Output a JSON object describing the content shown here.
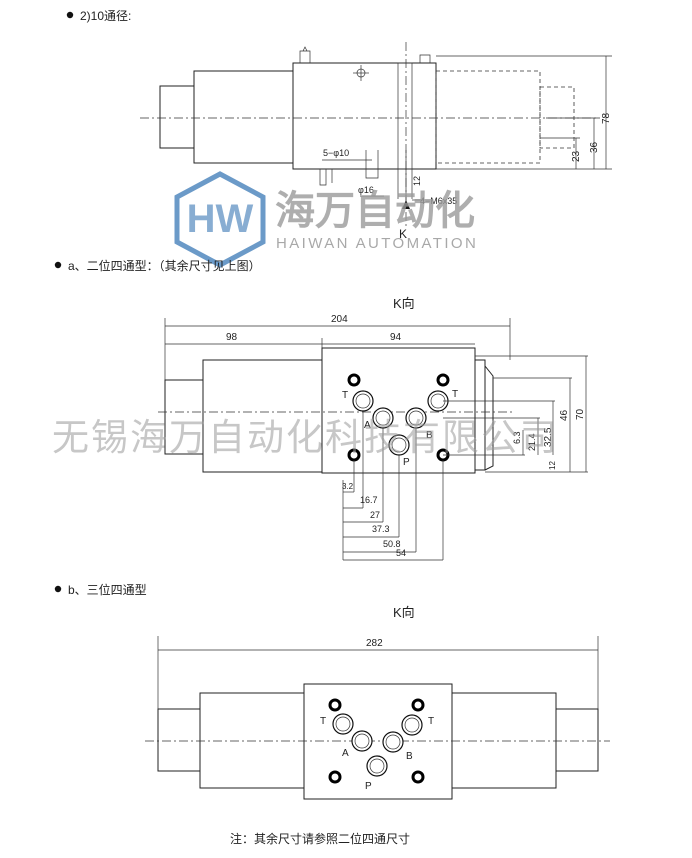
{
  "sections": {
    "s1_heading": "2)10通径:",
    "s2_heading": "a、二位四通型：（其余尺寸见上图）",
    "s3_heading": "b、三位四通型",
    "note": "注：其余尺寸请参照二位四通尺寸"
  },
  "view_label": "K向",
  "fig1": {
    "dims": {
      "d78": "78",
      "d36": "36",
      "d23": "23",
      "holes": "5−φ10",
      "phi16": "φ16",
      "d12": "12",
      "bolts": "4−M6x35",
      "k": "K"
    }
  },
  "fig2": {
    "dims": {
      "d204": "204",
      "d98": "98",
      "d94": "94",
      "d3_2": "3.2",
      "d16_7": "16.7",
      "d27": "27",
      "d37_3": "37.3",
      "d50_8": "50.8",
      "d54": "54",
      "d6_3": "6.3",
      "d21_4": "21.4",
      "d32_5": "32.5",
      "d46": "46",
      "d70": "70",
      "d12b": "12"
    },
    "ports": {
      "t1": "T",
      "t2": "T",
      "a": "A",
      "b": "B",
      "p": "P"
    }
  },
  "fig3": {
    "dims": {
      "d282": "282"
    },
    "ports": {
      "t1": "T",
      "t2": "T",
      "a": "A",
      "b": "B",
      "p": "P"
    }
  },
  "logo": {
    "mark": "HW",
    "cn": "海万自动化",
    "en": "HAIWAN AUTOMATION",
    "watermark": "无锡海万自动化科技有限公司",
    "brand_color": "#3a78b5",
    "grey_color": "#9a9a9a"
  }
}
